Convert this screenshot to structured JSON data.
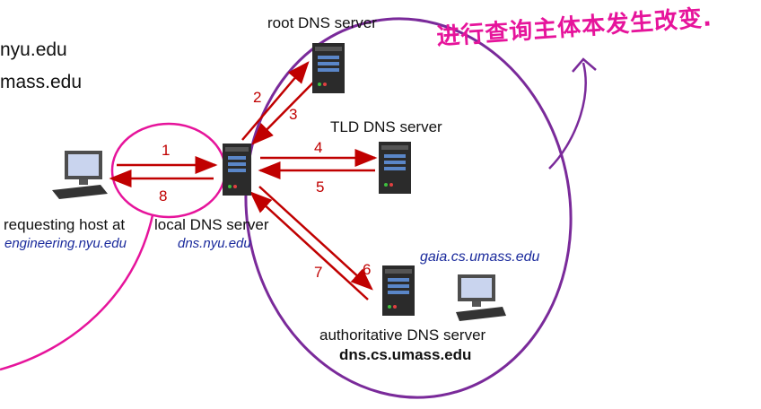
{
  "partial_text": {
    "line1": "nyu.edu",
    "line2": "mass.edu"
  },
  "servers": {
    "root": "root DNS server",
    "tld": "TLD DNS server",
    "local": "local DNS server",
    "local_domain": "dns.nyu.edu",
    "authoritative": "authoritative DNS server",
    "authoritative_domain": "dns.cs.umass.edu"
  },
  "hosts": {
    "requesting": "requesting host at",
    "requesting_domain": "engineering.nyu.edu",
    "gaia": "gaia.cs.umass.edu"
  },
  "steps": [
    "1",
    "2",
    "3",
    "4",
    "5",
    "6",
    "7",
    "8"
  ],
  "annotation": "进行查询主体本发生改变.",
  "colors": {
    "arrow": "#c00000",
    "pink_circle": "#e6149b",
    "purple_ellipse": "#7a2a9a",
    "domain_text": "#1a2a9c"
  },
  "icons": [
    "server-icon",
    "desktop-computer-icon"
  ]
}
